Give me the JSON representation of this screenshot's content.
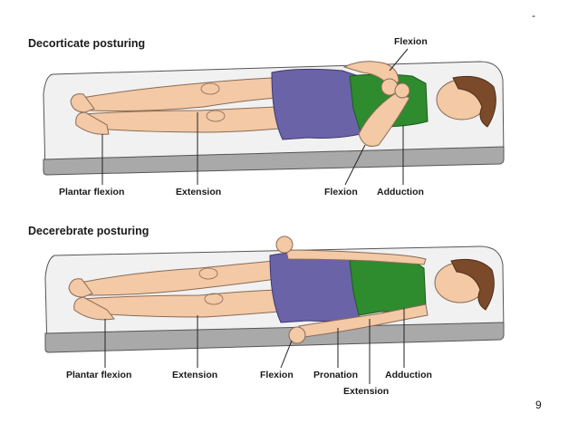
{
  "slide": {
    "corner_mark": "-",
    "page_number": "9"
  },
  "panels": {
    "decorticate": {
      "title": "Decorticate posturing",
      "labels": {
        "flexion_top": "Flexion",
        "plantar": "Plantar flexion",
        "extension": "Extension",
        "flexion": "Flexion",
        "adduction": "Adduction"
      }
    },
    "decerebrate": {
      "title": "Decerebrate posturing",
      "labels": {
        "plantar": "Plantar flexion",
        "extension": "Extension",
        "flexion": "Flexion",
        "pronation": "Pronation",
        "adduction": "Adduction",
        "extension_arm": "Extension"
      }
    }
  },
  "colors": {
    "mattress_top": "#f1f1f1",
    "mattress_side": "#a9a9a9",
    "skin": "#f3c9a6",
    "skin_outline": "#8a6a55",
    "shirt": "#2e8b2e",
    "shorts": "#6b63a8",
    "hair": "#7a4a2a",
    "line": "#222222"
  }
}
